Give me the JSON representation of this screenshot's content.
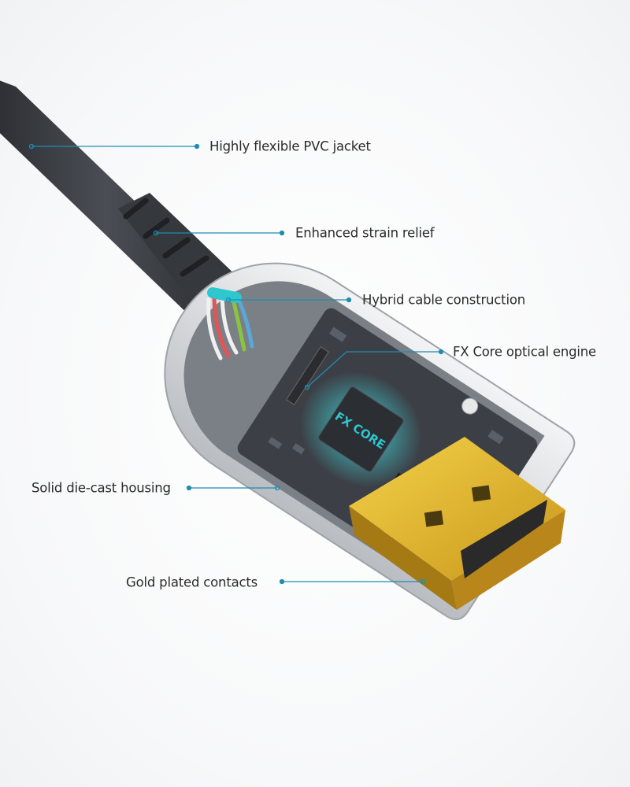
{
  "callouts": [
    {
      "id": "jacket",
      "text": "Highly flexible PVC jacket"
    },
    {
      "id": "strain",
      "text": "Enhanced strain relief"
    },
    {
      "id": "hybrid",
      "text": "Hybrid cable construction"
    },
    {
      "id": "engine",
      "text": "FX Core optical engine"
    },
    {
      "id": "housing",
      "text": "Solid die-cast housing"
    },
    {
      "id": "contacts",
      "text": "Gold plated contacts"
    }
  ],
  "chip_logo": "FX CORE",
  "colors": {
    "callout_line": "#1e8db0",
    "cable": "#3a3d42",
    "gold": "#d9b11f",
    "housing": "#d7dadd",
    "glow": "#2ec6cf"
  }
}
